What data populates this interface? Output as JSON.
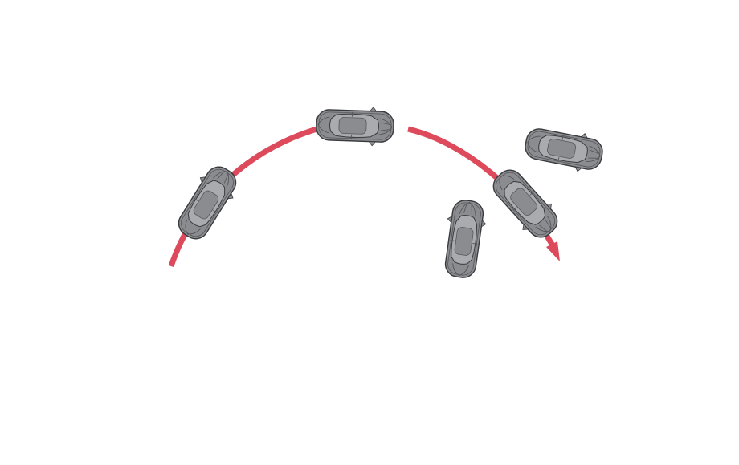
{
  "diagram": {
    "kind": "vehicle-path-illustration",
    "colors": {
      "path": "#dc4a5b",
      "car_body": "#8a8c90",
      "car_outline": "#3a3b3e",
      "car_glass": "#a9abae",
      "car_detail": "#55575b",
      "background": "#ffffff"
    },
    "path": {
      "segments": 2,
      "has_arrowhead": true
    },
    "cars": [
      {
        "id": "car-left",
        "icon": "car-top-view-icon",
        "on_path": true
      },
      {
        "id": "car-top",
        "icon": "car-top-view-icon",
        "on_path": true
      },
      {
        "id": "car-right-on-path",
        "icon": "car-top-view-icon",
        "on_path": true
      },
      {
        "id": "car-right-far",
        "icon": "car-top-view-icon",
        "on_path": false
      },
      {
        "id": "car-bottom-center",
        "icon": "car-top-view-icon",
        "on_path": false
      }
    ]
  }
}
